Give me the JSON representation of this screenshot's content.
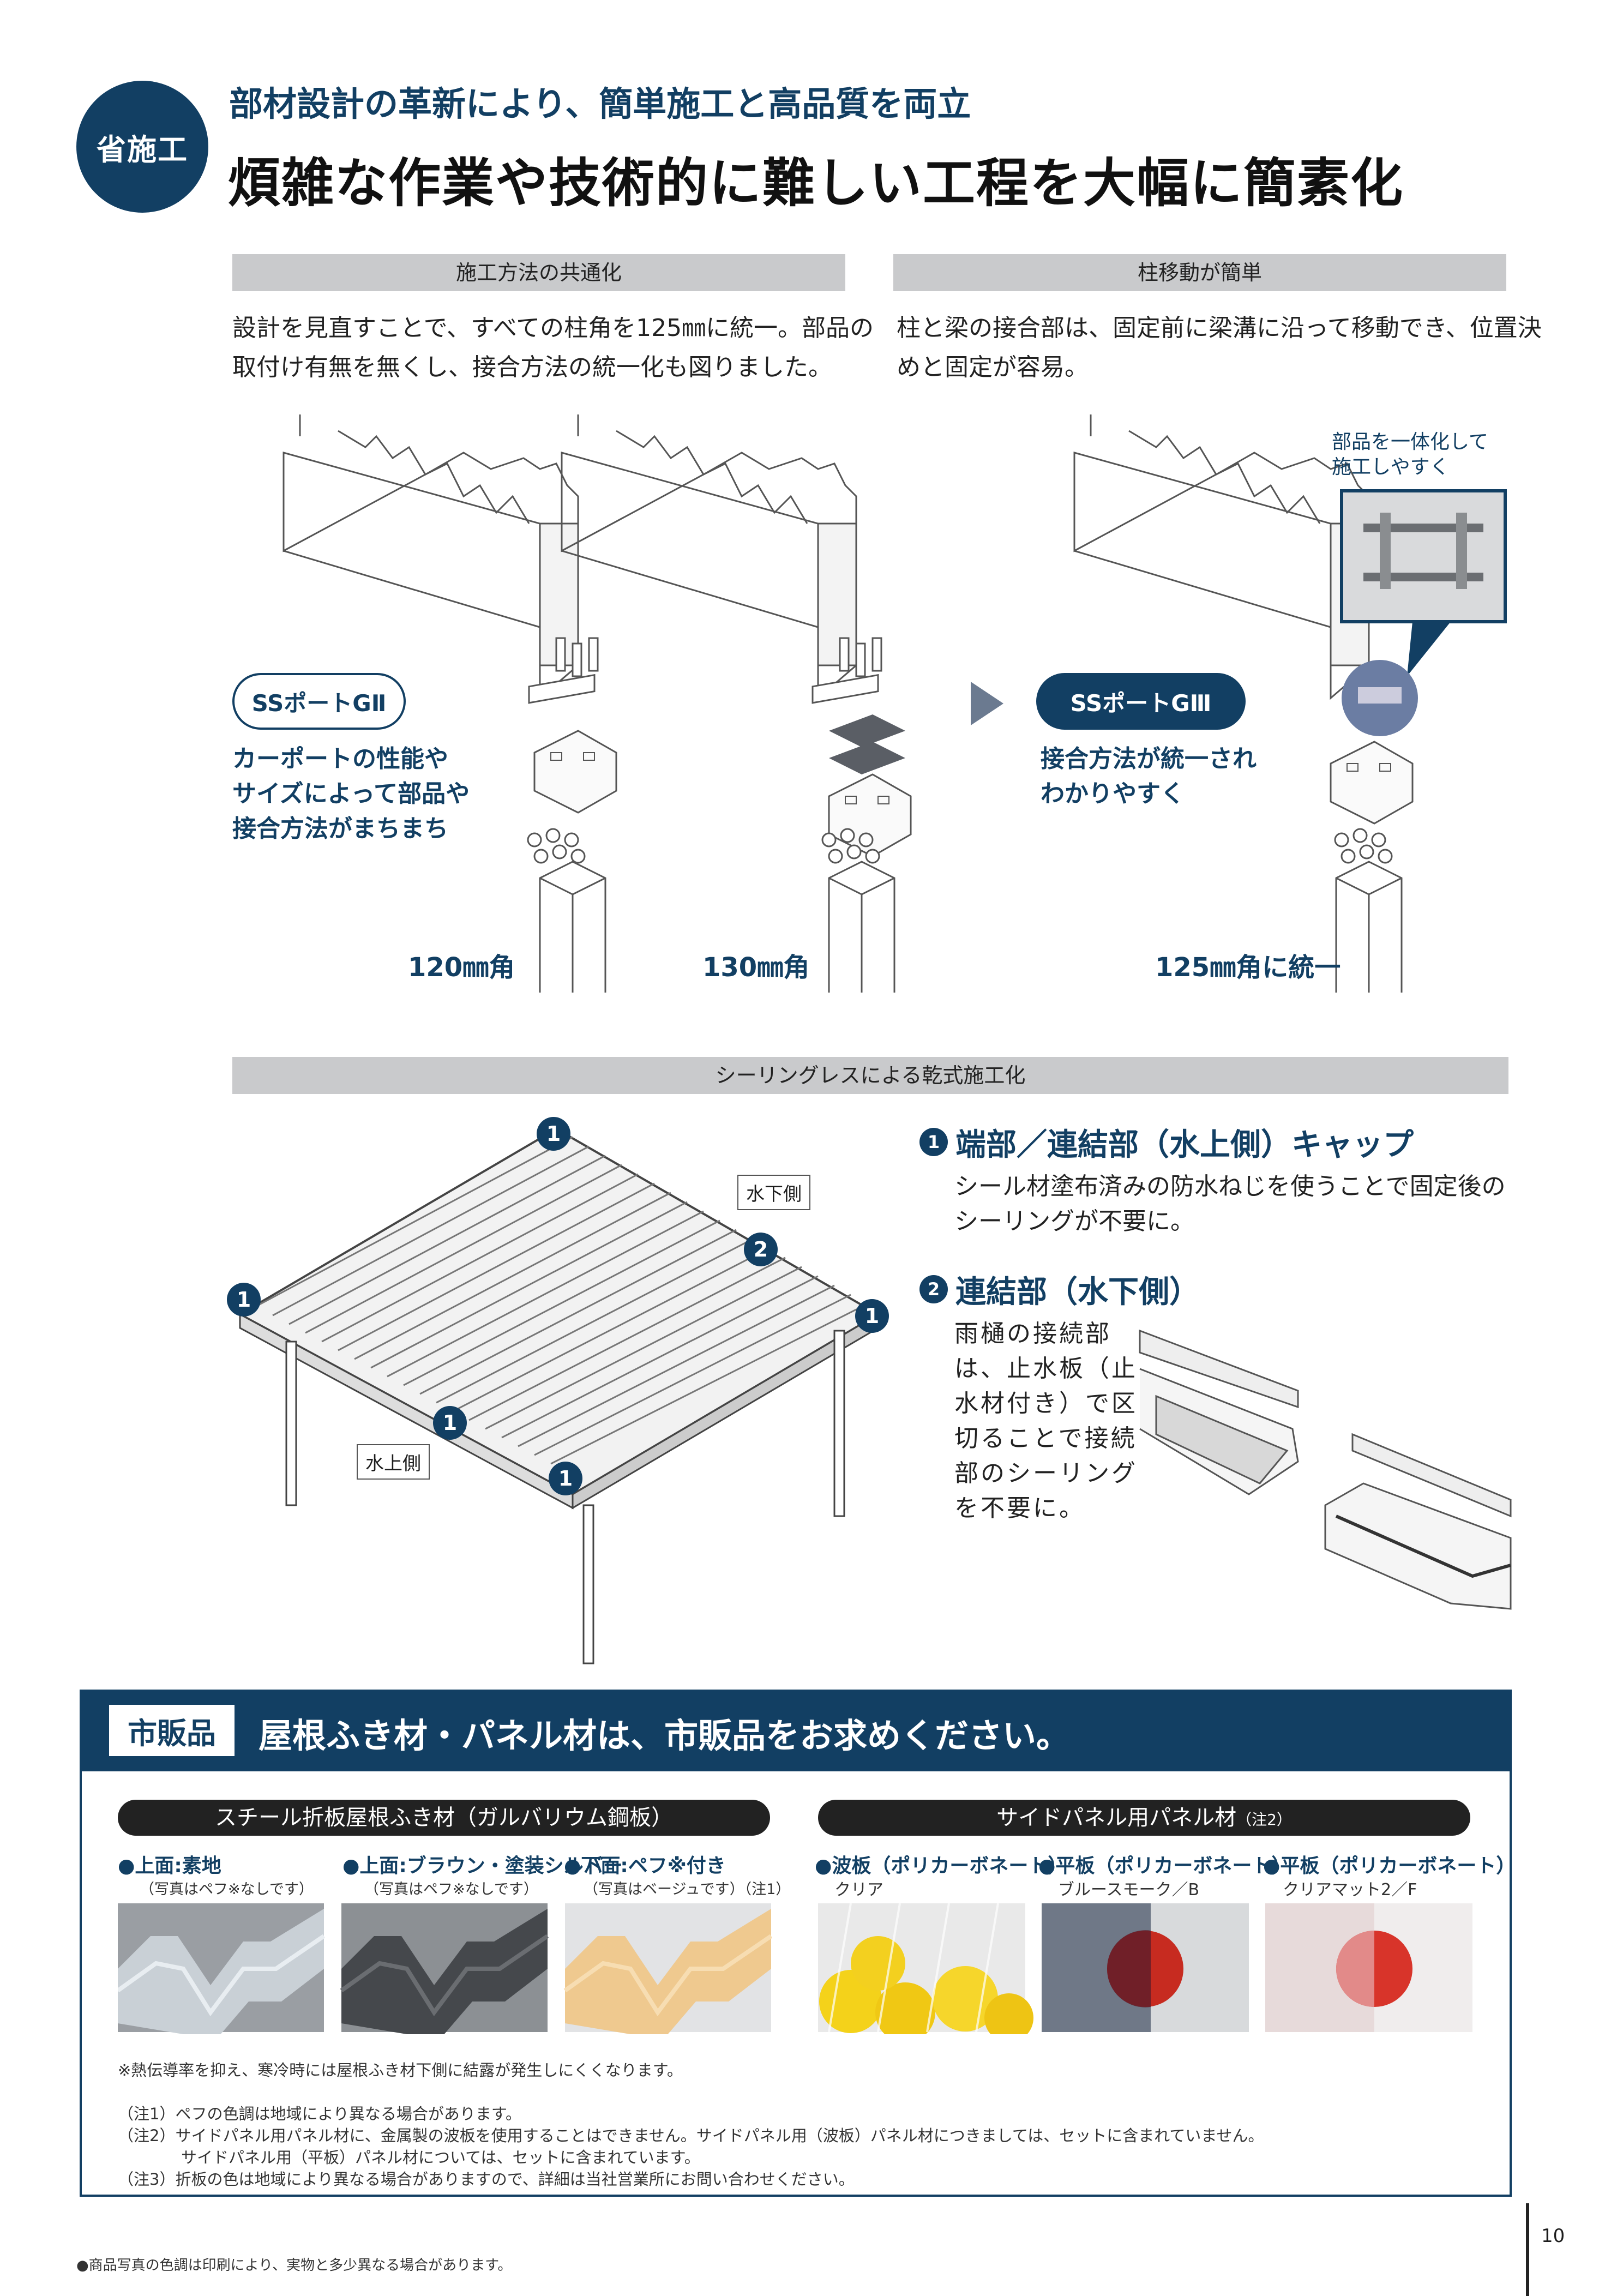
{
  "header": {
    "badge": "省施工",
    "subheading": "部材設計の革新により、簡単施工と高品質を両立",
    "headline": "煩雑な作業や技術的に難しい工程を大幅に簡素化"
  },
  "section_common": {
    "title": "施工方法の共通化",
    "body_line1": "設計を見直すことで、すべての柱角を125㎜に統一。部品の",
    "body_line2": "取付け有無を無くし、接合方法の統一化も図りました。"
  },
  "section_move": {
    "title": "柱移動が簡単",
    "body_line1": "柱と梁の接合部は、固定前に梁溝に沿って移動でき、位置決",
    "body_line2": "めと固定が容易。"
  },
  "comparison": {
    "old_pill": "SSポートGⅡ",
    "old_note_1": "カーポートの性能や",
    "old_note_2": "サイズによって部品や",
    "old_note_3": "接合方法がまちまち",
    "size_120": "120㎜角",
    "size_130": "130㎜角",
    "new_pill": "SSポートGⅢ",
    "new_note_1": "接合方法が統一され",
    "new_note_2": "わかりやすく",
    "size_125": "125㎜角に統一",
    "callout_1": "部品を一体化して",
    "callout_2": "施工しやすく"
  },
  "section_dry": {
    "title": "シーリングレスによる乾式施工化",
    "label_down": "水下側",
    "label_up": "水上側",
    "marker_1": "1",
    "marker_2": "2",
    "item1_title": "端部／連結部（水上側）キャップ",
    "item1_line1": "シール材塗布済みの防水ねじを使うことで固定後の",
    "item1_line2": "シーリングが不要に。",
    "item2_title": "連結部（水下側）",
    "item2_lines": [
      "雨樋の接続部",
      "は、止水板（止",
      "水材付き）で区",
      "切ることで接続",
      "部のシーリング",
      "を不要に。"
    ]
  },
  "market": {
    "tag": "市販品",
    "title": "屋根ふき材・パネル材は、市販品をお求めください。",
    "roof_pill": "スチール折板屋根ふき材（ガルバリウム鋼板）",
    "panel_pill": "サイドパネル用パネル材",
    "panel_pill_note": "（注2）",
    "roof_items": [
      {
        "label": "●上面:素地",
        "sub": "（写真はペフ※なしです）",
        "color": "#aeb4ba"
      },
      {
        "label": "●上面:ブラウン・塗装シルバー",
        "sub": "（写真はペフ※なしです）",
        "color": "#4a4d50"
      },
      {
        "label": "●下面:ペフ※付き",
        "sub": "（写真はベージュです）（注1）",
        "color": "#efc98f"
      }
    ],
    "panel_items": [
      {
        "label": "●波板（ポリカーボネート）",
        "sub": "クリア"
      },
      {
        "label": "●平板（ポリカーボネート）",
        "sub": "ブルースモーク／B"
      },
      {
        "label": "●平板（ポリカーボネート）",
        "sub": "クリアマット2／F"
      }
    ],
    "asterisk_note": "※熱伝導率を抑え、寒冷時には屋根ふき材下側に結露が発生しにくくなります。",
    "notes": [
      "（注1）ペフの色調は地域により異なる場合があります。",
      "（注2）サイドパネル用パネル材に、金属製の波板を使用することはできません。サイドパネル用（波板）パネル材につきましては、セットに含まれていません。",
      "　　　　サイドパネル用（平板）パネル材については、セットに含まれています。",
      "（注3）折板の色は地域により異なる場合がありますので、詳細は当社営業所にお問い合わせください。"
    ]
  },
  "footer": {
    "disclaimer": "●商品写真の色調は印刷により、実物と多少異なる場合があります。",
    "page_number": "10"
  }
}
